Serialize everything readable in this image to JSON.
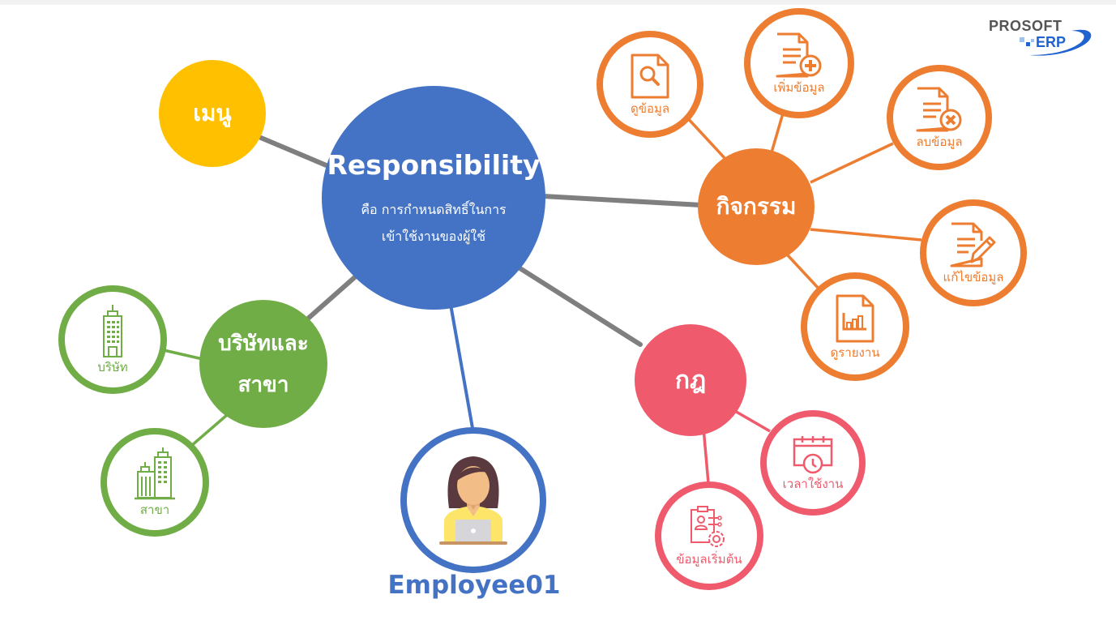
{
  "brand": {
    "logo_line1": "PROSOFT",
    "logo_line2": "ERP",
    "logo_colors": {
      "text": "#555555",
      "accent": "#1f63d0"
    }
  },
  "colors": {
    "center": "#4472c4",
    "menu": "#ffc000",
    "activity": "#ed7d31",
    "rule": "#ef5a6c",
    "company": "#70ad47",
    "connector": "#7f7f7f",
    "employee": "#4472c4"
  },
  "center": {
    "title": "Responsibility",
    "description_line1": "คือ การกำหนดสิทธิ์ในการ",
    "description_line2": "เข้าใช้งานของผู้ใช้"
  },
  "menu": {
    "label": "เมนู"
  },
  "activity": {
    "label": "กิจกรรม",
    "children": [
      {
        "label": "ดูข้อมูล",
        "icon": "document-search-icon"
      },
      {
        "label": "เพิ่มข้อมูล",
        "icon": "document-add-icon"
      },
      {
        "label": "ลบข้อมูล",
        "icon": "document-delete-icon"
      },
      {
        "label": "แก้ไขข้อมูล",
        "icon": "document-edit-icon"
      },
      {
        "label": "ดูรายงาน",
        "icon": "report-chart-icon"
      }
    ]
  },
  "rule": {
    "label": "กฎ",
    "children": [
      {
        "label": "เวลาใช้งาน",
        "icon": "calendar-clock-icon"
      },
      {
        "label": "ข้อมูลเริ่มต้น",
        "icon": "clipboard-gear-icon"
      }
    ]
  },
  "company": {
    "label_line1": "บริษัทและ",
    "label_line2": "สาขา",
    "children": [
      {
        "label": "บริษัท",
        "icon": "building-icon"
      },
      {
        "label": "สาขา",
        "icon": "buildings-icon"
      }
    ]
  },
  "employee": {
    "label": "Employee01",
    "icon": "woman-laptop-icon"
  }
}
